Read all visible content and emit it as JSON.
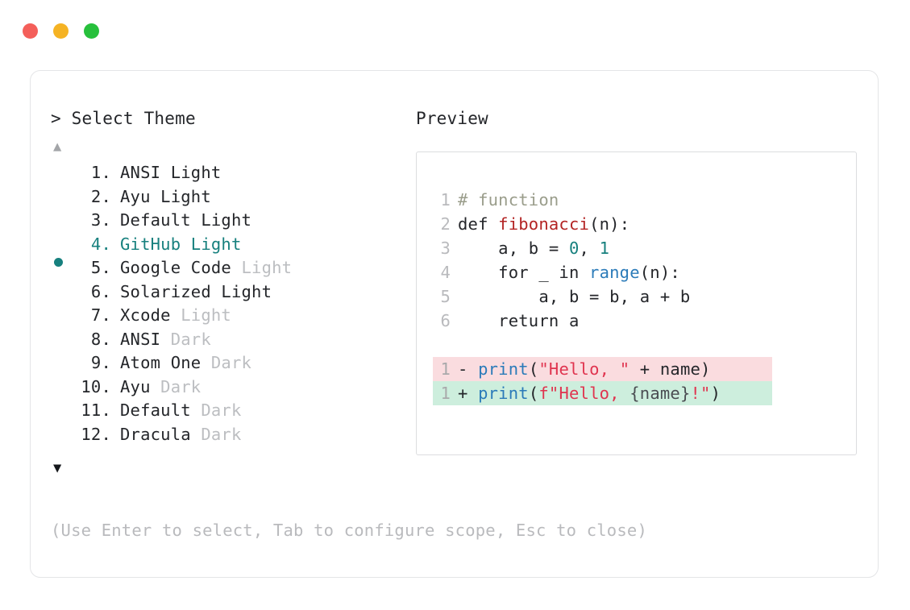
{
  "window": {
    "traffic_lights": [
      {
        "name": "close",
        "color": "#f45f5a"
      },
      {
        "name": "minimize",
        "color": "#f5b324"
      },
      {
        "name": "maximize",
        "color": "#27c03c"
      }
    ]
  },
  "prompt": {
    "title": "> Select Theme",
    "scroll_up_icon": "▲",
    "scroll_down_icon": "▼",
    "selected_index": 4
  },
  "themes": [
    {
      "index": "1.",
      "name": "ANSI",
      "variant": " Light",
      "variant_muted": false,
      "selected": false
    },
    {
      "index": "2.",
      "name": "Ayu",
      "variant": " Light",
      "variant_muted": false,
      "selected": false
    },
    {
      "index": "3.",
      "name": "Default",
      "variant": " Light",
      "variant_muted": false,
      "selected": false
    },
    {
      "index": "4.",
      "name": "GitHub",
      "variant": " Light",
      "variant_muted": false,
      "selected": true
    },
    {
      "index": "5.",
      "name": "Google Code",
      "variant": " Light",
      "variant_muted": true,
      "selected": false
    },
    {
      "index": "6.",
      "name": "Solarized",
      "variant": " Light",
      "variant_muted": false,
      "selected": false
    },
    {
      "index": "7.",
      "name": "Xcode",
      "variant": " Light",
      "variant_muted": true,
      "selected": false
    },
    {
      "index": "8.",
      "name": "ANSI",
      "variant": " Dark",
      "variant_muted": true,
      "selected": false
    },
    {
      "index": "9.",
      "name": "Atom One",
      "variant": " Dark",
      "variant_muted": true,
      "selected": false
    },
    {
      "index": "10.",
      "name": "Ayu",
      "variant": " Dark",
      "variant_muted": true,
      "selected": false
    },
    {
      "index": "11.",
      "name": "Default",
      "variant": " Dark",
      "variant_muted": true,
      "selected": false
    },
    {
      "index": "12.",
      "name": "Dracula",
      "variant": " Dark",
      "variant_muted": true,
      "selected": false
    }
  ],
  "preview": {
    "title": "Preview",
    "code_lines": [
      {
        "lineno": "1",
        "tokens": [
          {
            "text": "# function",
            "type": "comment"
          }
        ]
      },
      {
        "lineno": "2",
        "tokens": [
          {
            "text": "def ",
            "type": "plain"
          },
          {
            "text": "fibonacci",
            "type": "func"
          },
          {
            "text": "(n):",
            "type": "plain"
          }
        ]
      },
      {
        "lineno": "3",
        "tokens": [
          {
            "text": "    a, b = ",
            "type": "plain"
          },
          {
            "text": "0",
            "type": "num"
          },
          {
            "text": ", ",
            "type": "plain"
          },
          {
            "text": "1",
            "type": "num"
          }
        ]
      },
      {
        "lineno": "4",
        "tokens": [
          {
            "text": "    for _ in ",
            "type": "plain"
          },
          {
            "text": "range",
            "type": "builtin"
          },
          {
            "text": "(n):",
            "type": "plain"
          }
        ]
      },
      {
        "lineno": "5",
        "tokens": [
          {
            "text": "        a, b = b, a + b",
            "type": "plain"
          }
        ]
      },
      {
        "lineno": "6",
        "tokens": [
          {
            "text": "    return a",
            "type": "plain"
          }
        ]
      }
    ],
    "diff_lines": [
      {
        "lineno": "1",
        "kind": "delete",
        "background": "#fadcdf",
        "tokens": [
          {
            "text": "- ",
            "type": "plain"
          },
          {
            "text": "print",
            "type": "builtin"
          },
          {
            "text": "(",
            "type": "plain"
          },
          {
            "text": "\"Hello, \"",
            "type": "string"
          },
          {
            "text": " + name)",
            "type": "plain"
          }
        ]
      },
      {
        "lineno": "1",
        "kind": "add",
        "background": "#cdeedd",
        "tokens": [
          {
            "text": "+ ",
            "type": "plain"
          },
          {
            "text": "print",
            "type": "builtin"
          },
          {
            "text": "(",
            "type": "plain"
          },
          {
            "text": "f\"Hello, ",
            "type": "string"
          },
          {
            "text": "{name}",
            "type": "brace"
          },
          {
            "text": "!\"",
            "type": "string"
          },
          {
            "text": ")",
            "type": "plain"
          }
        ]
      }
    ]
  },
  "hint": "(Use Enter to select, Tab to configure scope, Esc to close)",
  "colors": {
    "accent_teal": "#17807e",
    "text_primary": "#24262a",
    "text_muted": "#bcbec1",
    "border": "#e4e5e7",
    "diff_delete_bg": "#fadcdf",
    "diff_add_bg": "#cdeedd"
  }
}
